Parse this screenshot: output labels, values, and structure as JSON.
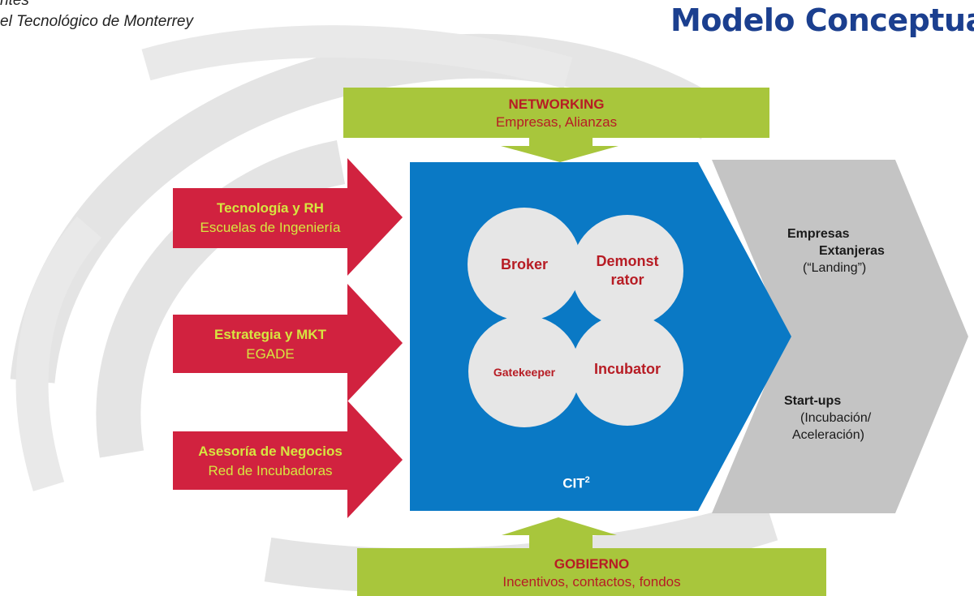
{
  "header": {
    "subtitle_top": "ntes",
    "subtitle": "el Tecnológico de Monterrey",
    "title": "Modelo Conceptua"
  },
  "networking": {
    "title": "NETWORKING",
    "subtitle": "Empresas, Alianzas"
  },
  "gobierno": {
    "title": "GOBIERNO",
    "subtitle": "Incentivos, contactos, fondos"
  },
  "inputs": [
    {
      "title": "Tecnología y RH",
      "subtitle": "Escuelas de Ingeniería"
    },
    {
      "title": "Estrategia y MKT",
      "subtitle": "EGADE"
    },
    {
      "title": "Asesoría de Negocios",
      "subtitle": "Red de Incubadoras"
    }
  ],
  "circles": {
    "broker": "Broker",
    "demonstrator_line1": "Demonst",
    "demonstrator_line2": "rator",
    "gatekeeper": "Gatekeeper",
    "incubator": "Incubator"
  },
  "center": {
    "label": "CIT",
    "sup": "2"
  },
  "outputs": {
    "empresas_line1": "Empresas",
    "empresas_line2": "Extanjeras",
    "empresas_line3": "(“Landing”)",
    "startups_line1": "Start-ups",
    "startups_line2": "(Incubación/",
    "startups_line3": "Aceleración)"
  },
  "colors": {
    "green": "#a8c63c",
    "red": "#d1223f",
    "blue": "#0a79c5",
    "grey": "#c4c4c4",
    "circle": "#e6e6e6",
    "title_blue": "#1b3f8f",
    "label_red": "#b71c24",
    "label_yellow": "#d6e640"
  }
}
